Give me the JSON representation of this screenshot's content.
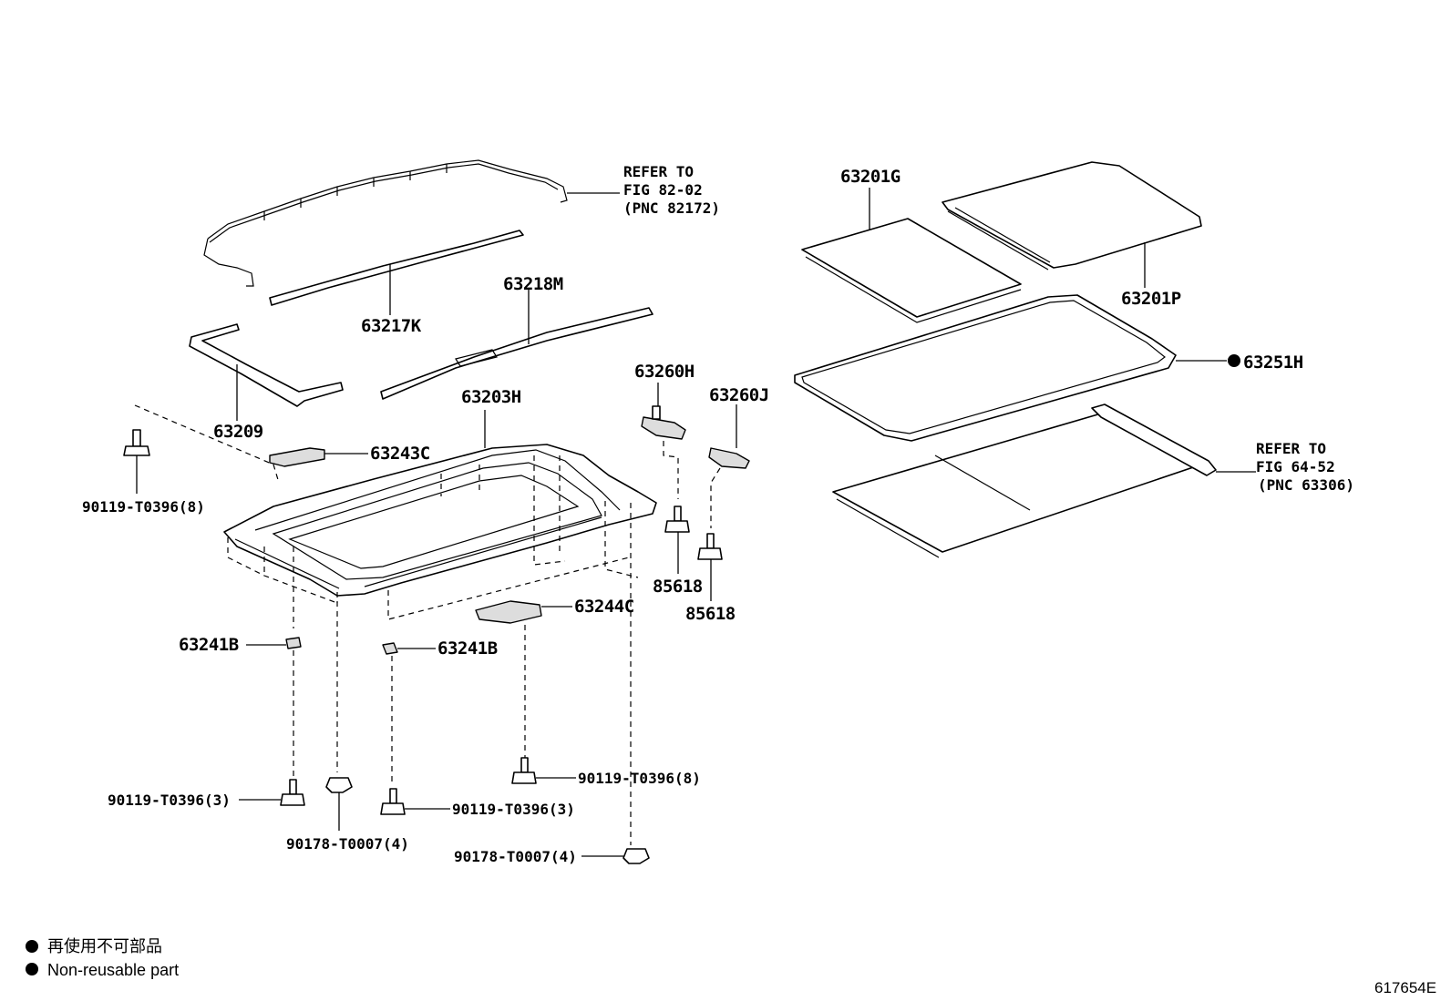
{
  "diagram": {
    "labels": {
      "refer_top": [
        "REFER TO",
        "FIG 82-02",
        "(PNC 82172)"
      ],
      "refer_right": [
        "REFER TO",
        "FIG 64-52",
        "(PNC 63306)"
      ],
      "p63201G": "63201G",
      "p63201P": "63201P",
      "p63251H": "63251H",
      "p63217K": "63217K",
      "p63218M": "63218M",
      "p63209": "63209",
      "p63203H": "63203H",
      "p63243C": "63243C",
      "p63260H": "63260H",
      "p63260J": "63260J",
      "p85618_a": "85618",
      "p85618_b": "85618",
      "p63244C": "63244C",
      "p63241B_left": "63241B",
      "p63241B_mid": "63241B",
      "bolt_top_left": "90119-T0396(8)",
      "bolt_right_mid": "90119-T0396(8)",
      "bolt_bottom_left": "90119-T0396(3)",
      "bolt_bottom_mid": "90119-T0396(3)",
      "nut_bottom_left": "90178-T0007(4)",
      "nut_bottom_right": "90178-T0007(4)"
    }
  },
  "legend": {
    "line_jp": "再使用不可部品",
    "line_en": "Non-reusable part"
  },
  "figure_code": "617654E"
}
